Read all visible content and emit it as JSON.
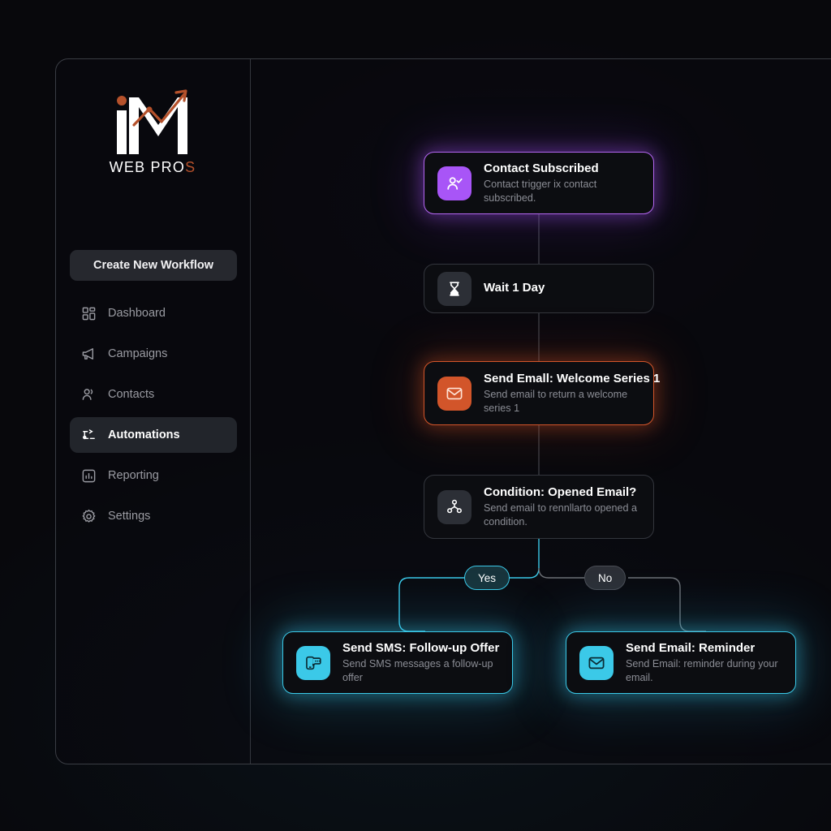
{
  "brand": {
    "logo_letter": "M",
    "caption_main": "WEB PRO",
    "caption_accent": "S",
    "accent_color": "#b5512b"
  },
  "sidebar": {
    "cta_label": "Create New Workflow",
    "items": [
      {
        "label": "Dashboard",
        "icon": "grid-icon",
        "active": false
      },
      {
        "label": "Campaigns",
        "icon": "megaphone-icon",
        "active": false
      },
      {
        "label": "Contacts",
        "icon": "users-icon",
        "active": false
      },
      {
        "label": "Automations",
        "icon": "automation-icon",
        "active": true
      },
      {
        "label": "Reporting",
        "icon": "bar-chart-icon",
        "active": false
      },
      {
        "label": "Settings",
        "icon": "gear-icon",
        "active": false
      }
    ]
  },
  "workflow": {
    "nodes": [
      {
        "id": "trigger",
        "title": "Contact Subscribed",
        "subtitle": "Contact trigger ix contact subscribed.",
        "icon": "user-check-icon",
        "accent": "#a855f7",
        "style": "purple"
      },
      {
        "id": "wait",
        "title": "Wait 1 Day",
        "subtitle": "",
        "icon": "hourglass-icon",
        "accent": "#2c2f36",
        "style": "plain"
      },
      {
        "id": "email-welcome",
        "title": "Send Emall: Welcome Series 1",
        "subtitle": "Send email to return a welcome series 1",
        "icon": "envelope-icon",
        "accent": "#d2552a",
        "style": "orange"
      },
      {
        "id": "condition",
        "title": "Condition: Opened Email?",
        "subtitle": "Send email to rennllarto opened a condition.",
        "icon": "branch-icon",
        "accent": "#2c2f36",
        "style": "plain"
      },
      {
        "id": "sms-followup",
        "title": "Send SMS: Follow-up Offer",
        "subtitle": "Send SMS messages a follow-up offer",
        "icon": "sms-icon",
        "accent": "#3bc9e8",
        "style": "cyan"
      },
      {
        "id": "email-reminder",
        "title": "Send Email: Reminder",
        "subtitle": "Send Email: reminder during your email.",
        "icon": "envelope-icon",
        "accent": "#3bc9e8",
        "style": "cyan"
      }
    ],
    "branches": {
      "yes_label": "Yes",
      "no_label": "No",
      "yes_color": "#3bc9e8",
      "no_color": "#4a4d55"
    }
  }
}
